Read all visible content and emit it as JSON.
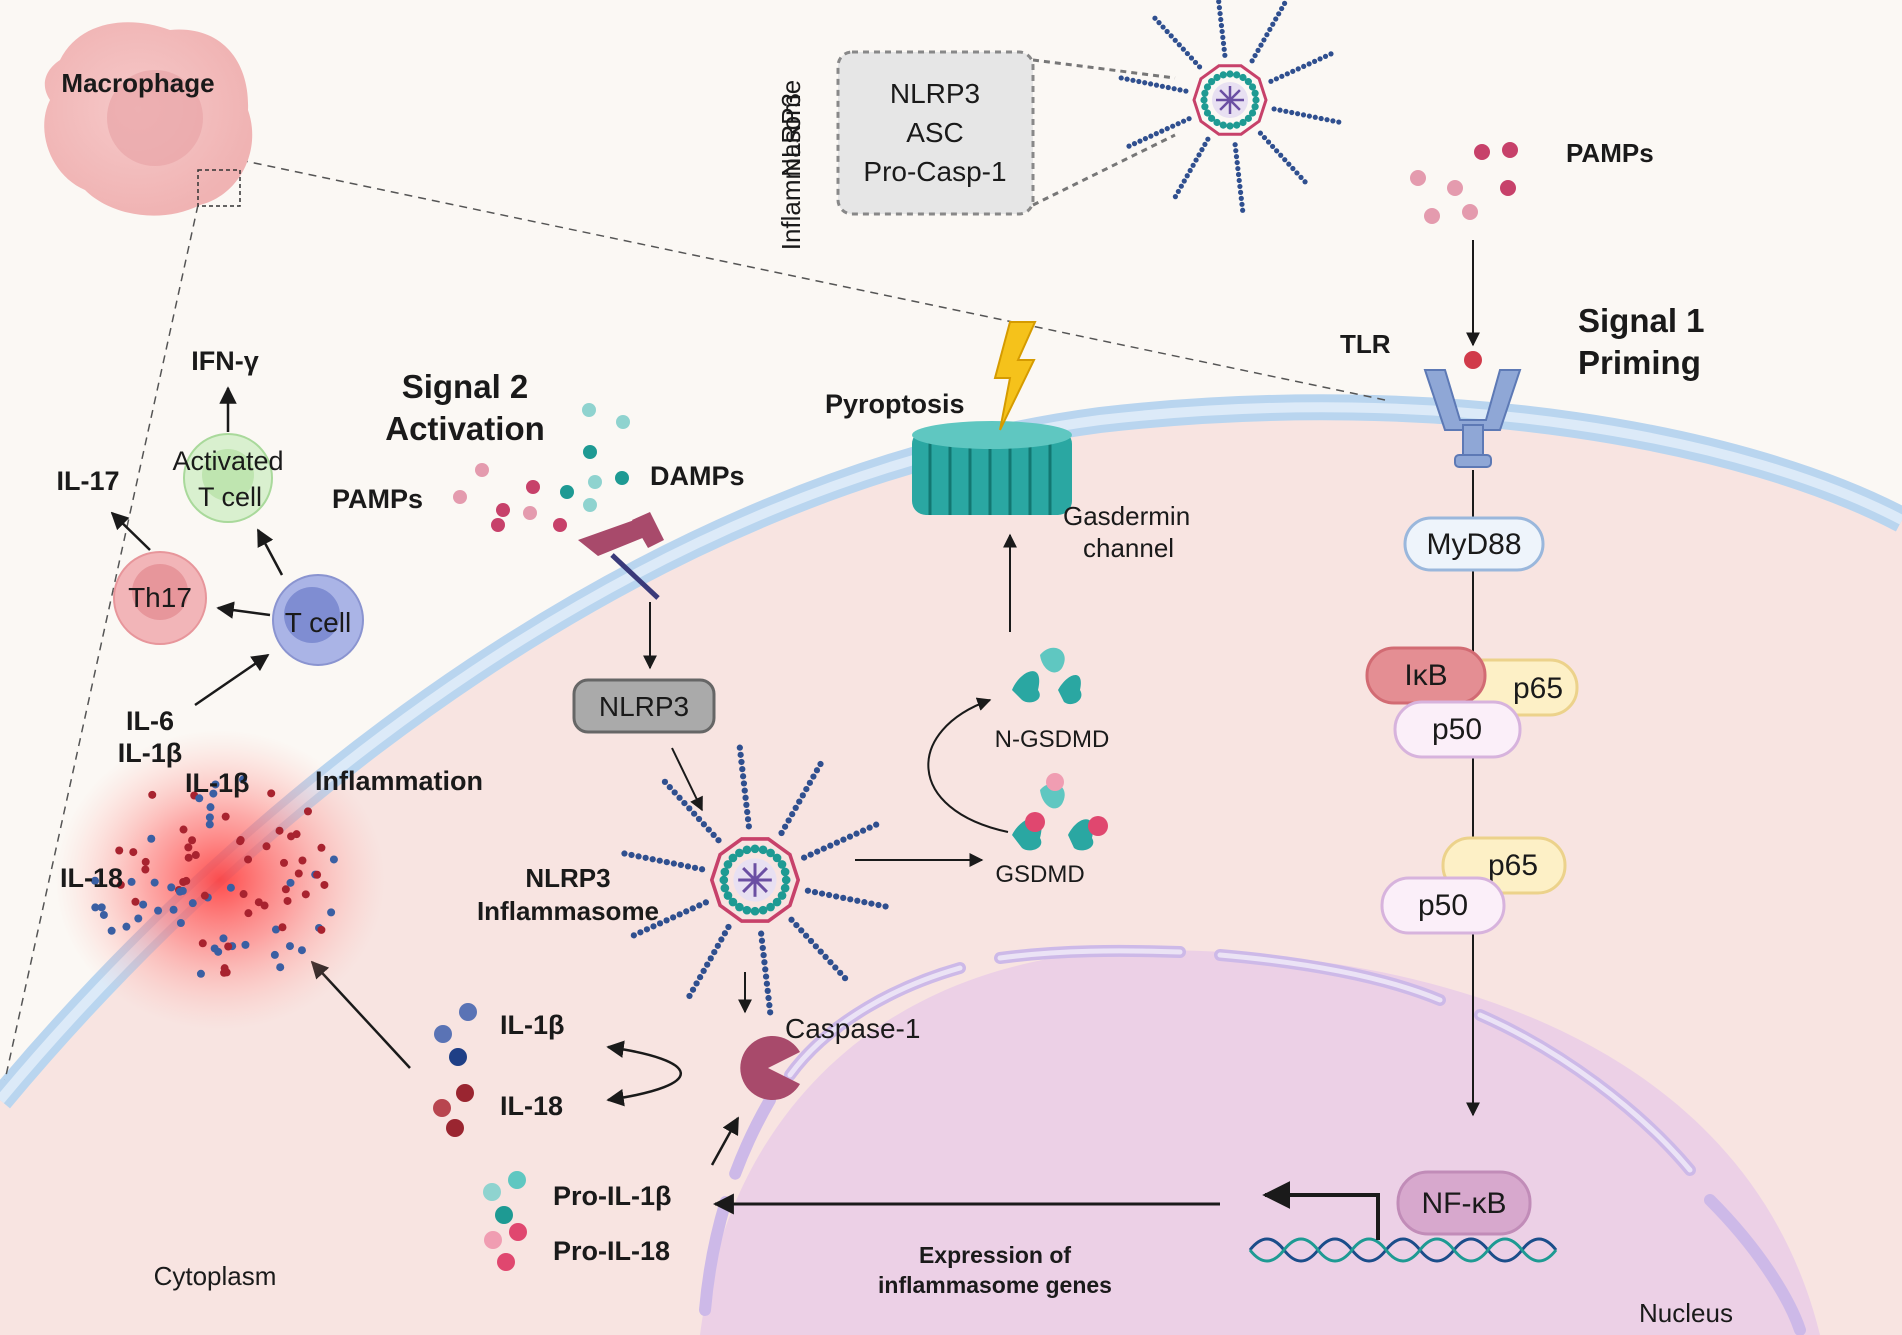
{
  "labels": {
    "macrophage": "Macrophage",
    "inset_vertical_line1": "NLRP3",
    "inset_vertical_line2": "Inflammasome",
    "inset_box_line1": "NLRP3",
    "inset_box_line2": "ASC",
    "inset_box_line3": "Pro-Casp-1",
    "pamps_top": "PAMPs",
    "tlr": "TLR",
    "signal1_line1": "Signal 1",
    "signal1_line2": "Priming",
    "myd88": "MyD88",
    "ikb": "IκB",
    "p65_a": "p65",
    "p50_a": "p50",
    "p65_b": "p65",
    "p50_b": "p50",
    "nfkb": "NF-κB",
    "nucleus": "Nucleus",
    "expression_line1": "Expression of",
    "expression_line2": "inflammasome genes",
    "pyroptosis": "Pyroptosis",
    "gasdermin_line1": "Gasdermin",
    "gasdermin_line2": "channel",
    "n_gsdmd": "N-GSDMD",
    "gsdmd": "GSDMD",
    "signal2_line1": "Signal 2",
    "signal2_line2": "Activation",
    "pamps_left": "PAMPs",
    "damps": "DAMPs",
    "nlrp3_box": "NLRP3",
    "nlrp3_inflammasome_line1": "NLRP3",
    "nlrp3_inflammasome_line2": "Inflammasome",
    "caspase1": "Caspase-1",
    "il1b_mid": "IL-1β",
    "il18_mid": "IL-18",
    "pro_il1b": "Pro-IL-1β",
    "pro_il18": "Pro-IL-18",
    "cytoplasm": "Cytoplasm",
    "inflammation": "Inflammation",
    "il1b_left": "IL-1β",
    "il18_left": "IL-18",
    "il6": "IL-6",
    "il1b_tcell": "IL-1β",
    "ifn_gamma": "IFN-γ",
    "activated_line1": "Activated",
    "activated_line2": "T cell",
    "il17": "IL-17",
    "th17": "Th17",
    "t_cell": "T cell"
  },
  "colors": {
    "background": "#fbf8f4",
    "cytoplasm": "#f8e4e1",
    "nucleus": "#ecd0e6",
    "membrane": "#b9d5ef",
    "nfkb": "#d7a8cd",
    "teal": "#1e9a93",
    "pink": "#c7416a",
    "dark_red": "#9a2530",
    "blue": "#3a5fa3"
  }
}
